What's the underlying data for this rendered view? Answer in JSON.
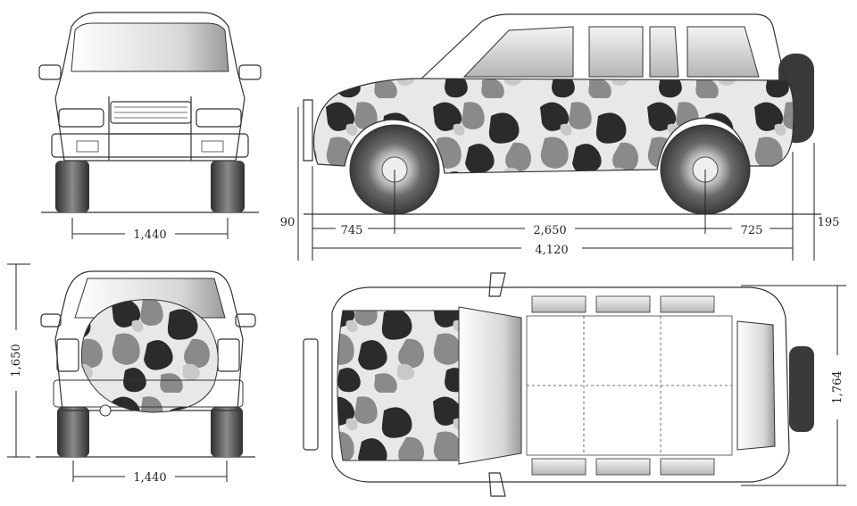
{
  "views": {
    "front": {
      "track_width": "1,440"
    },
    "rear": {
      "track_width": "1,440",
      "height": "1,650"
    },
    "side": {
      "front_protrusion": "90",
      "front_overhang": "745",
      "wheelbase": "2,650",
      "rear_overhang": "725",
      "rear_protrusion": "195",
      "overall_length": "4,120"
    },
    "top": {
      "width": "1,764"
    }
  },
  "colors": {
    "camo_dark": "#2b2b2b",
    "camo_mid": "#8a8a8a",
    "camo_light": "#c9c9c9",
    "camo_white": "#f2f2f2",
    "tire": "#4a4a4a",
    "body_line": "#333333"
  }
}
